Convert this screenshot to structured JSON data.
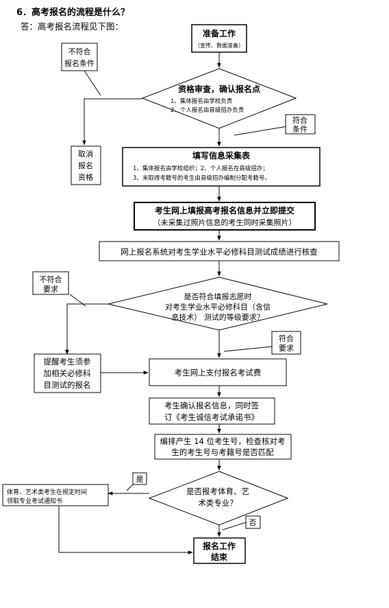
{
  "heading": "6．高考报名的流程是什么？",
  "answer": "答：高考报名流程见下图：",
  "flow": {
    "prepare_title": "准备工作",
    "prepare_sub": "（宣传、数据准备）",
    "review_title": "资格审查，确认报名点",
    "review_items": [
      "1、集体报名由学校负责",
      "2、个人报名由县级招办负责"
    ],
    "fail1": [
      "不符合",
      "报名条件"
    ],
    "pass1": [
      "符合",
      "条件"
    ],
    "cancel": [
      "取消",
      "报名",
      "资格"
    ],
    "form_title": "填写信息采集表",
    "form_items": [
      "1、集体报名由学校组织；2、个人报名在县级招办；",
      "3、未取得考籍号的考生由县级招办编制分配考籍号。"
    ],
    "online_title": "考生网上填报高考报名信息并立即提交",
    "online_sub": "（未采集过照片信息的考生同时采集照片）",
    "check": "网上报名系统对考生学业水平必修科目测试成绩进行核查",
    "decision2": [
      "是否符合填报志愿时",
      "对考生学业水平必修科目（含信",
      "息技术） 测试的等级要求？"
    ],
    "fail2": [
      "不符合",
      "要求"
    ],
    "pass2": [
      "符合",
      "要求"
    ],
    "remind": [
      "提醒考生须参",
      "加相关必修科",
      "目测试的报名"
    ],
    "pay": "考生网上支付报名考试费",
    "confirm": [
      "考生确认报名信息，同时签",
      "订《考生诚信考试承诺书》"
    ],
    "number": [
      "编排产生 14 位考生号，检查核对考",
      "生的考生号与考籍号是否匹配"
    ],
    "decision3": [
      "是否报考体育、艺",
      "术类专业？"
    ],
    "yes": "是",
    "no": "否",
    "art": [
      "体育、艺术类考生在规定时间",
      "领取专业考试通知书"
    ],
    "end": [
      "报名工作",
      "结束"
    ]
  }
}
